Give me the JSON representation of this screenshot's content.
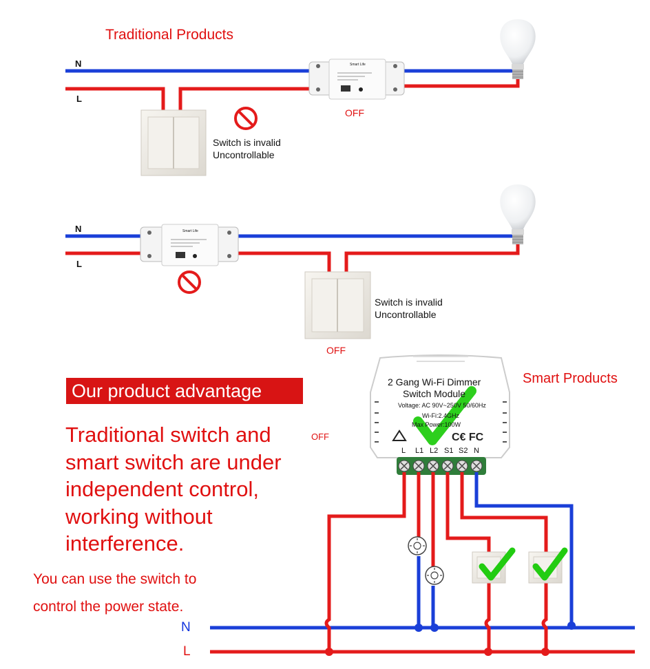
{
  "colors": {
    "neutral": "#1a3fd8",
    "live": "#e41b1b",
    "text_red": "#e01010",
    "check": "#22cc11"
  },
  "top_section": {
    "title": "Traditional Products",
    "wire_n": "N",
    "wire_l": "L",
    "status": "OFF",
    "warning_line1": "Switch is invalid",
    "warning_line2": "Uncontrollable",
    "module_brand": "Smart Life"
  },
  "middle_section": {
    "wire_n": "N",
    "wire_l": "L",
    "status": "OFF",
    "warning_line1": "Switch is invalid",
    "warning_line2": "Uncontrollable",
    "module_brand": "Smart Life"
  },
  "advantage": {
    "title": "Our product advantage",
    "description_lines": [
      "Traditional switch and",
      "smart switch are under",
      "independent control,",
      "working without",
      "interference."
    ],
    "note_lines": [
      "You can use the switch to",
      "control the power state."
    ],
    "off_label": "OFF"
  },
  "smart_section": {
    "title": "Smart Products",
    "module_line1": "2 Gang Wi-Fi Dimmer",
    "module_line2": "Switch Module",
    "module_voltage": "Voltage: AC 90V~250V 50/60Hz",
    "module_wifi": "Wi-Fi:2.4GHz",
    "module_power": "Max Power:100W",
    "terminals": [
      "L",
      "L1",
      "L2",
      "S1",
      "S2",
      "N"
    ],
    "wire_n": "N",
    "wire_l": "L"
  }
}
